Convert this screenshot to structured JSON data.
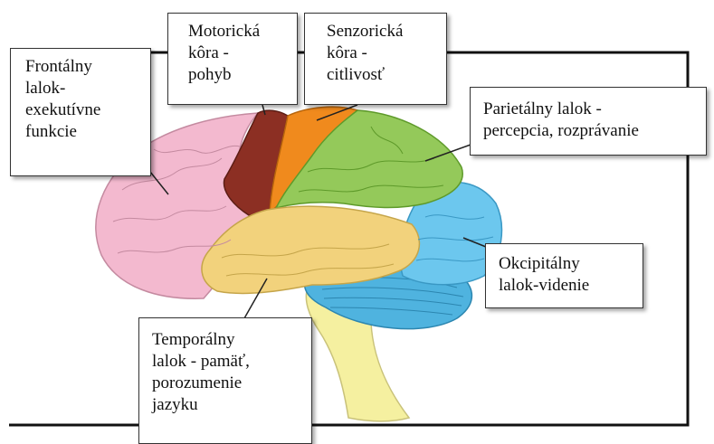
{
  "labels": {
    "frontal": {
      "lines": [
        "Frontálny",
        "lalok-",
        "exekutívne",
        "funkcie"
      ]
    },
    "motor": {
      "lines": [
        "Motorická",
        "kôra -",
        "pohyb"
      ]
    },
    "sensory": {
      "lines": [
        "Senzorická",
        "kôra -",
        "citlivosť"
      ]
    },
    "parietal": {
      "lines": [
        "Parietálny lalok -",
        "percepcia, rozprávanie"
      ]
    },
    "occipital": {
      "lines": [
        "Okcipitálny",
        "lalok-videnie"
      ]
    },
    "temporal": {
      "lines": [
        "Temporálny",
        "lalok - pamäť,",
        "porozumenie",
        "jazyku"
      ]
    }
  },
  "colors": {
    "frontal": "#f3b9cf",
    "motor": "#8c2f23",
    "sensory": "#f08a1d",
    "parietal": "#94c95a",
    "occipital": "#6cc7ee",
    "temporal": "#f2d27c",
    "cerebellum": "#4fb3df",
    "brainstem": "#f5f0a0",
    "frame": "#111111"
  }
}
